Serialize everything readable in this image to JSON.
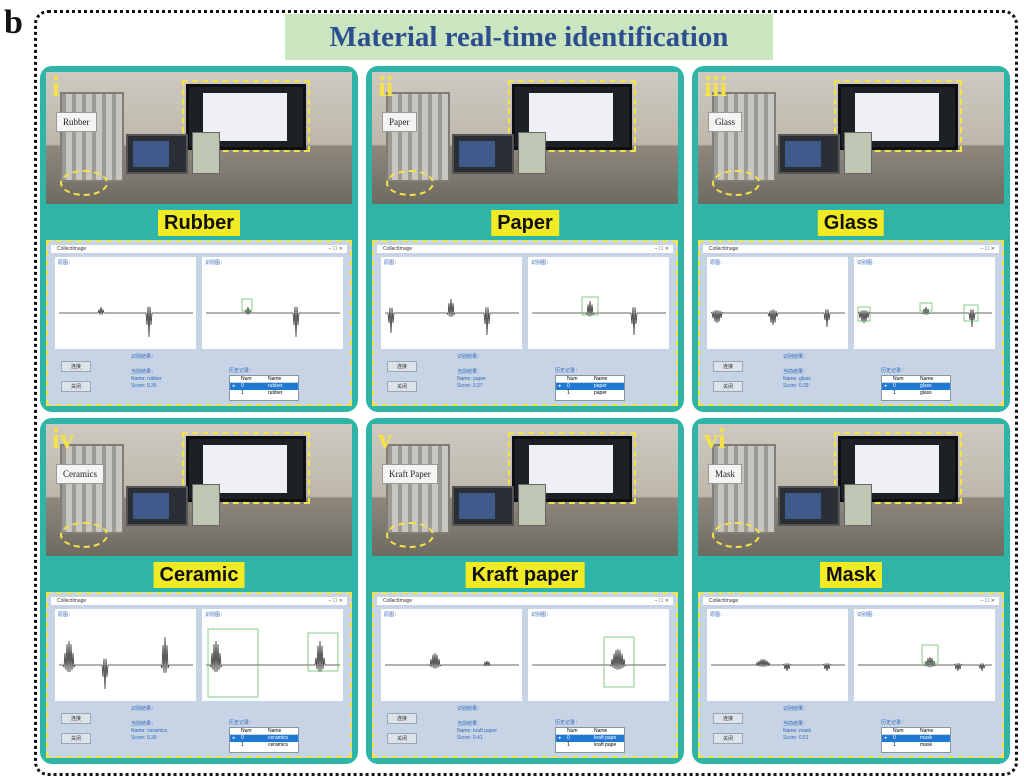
{
  "figure_label": "b",
  "title": "Material real-time identification",
  "colors": {
    "panel": "#2fb5a7",
    "highlight": "#f2ea24",
    "title_bg": "#c9e6c0",
    "title_text": "#2e4d8f",
    "signal": "#333333",
    "detection_box": "#6cbf6c"
  },
  "panels": [
    {
      "roman": "i",
      "tag": "Rubber",
      "material": "Rubber",
      "result_name": "Name: rubber",
      "result_score": "Score: 0.35",
      "history": {
        "head": [
          "Num",
          "Name"
        ],
        "rows": [
          [
            "0",
            "rubber"
          ],
          [
            "1",
            "rubber"
          ]
        ]
      }
    },
    {
      "roman": "ii",
      "tag": "Paper",
      "material": "Paper",
      "result_name": "Name: paper",
      "result_score": "Score: 0.37",
      "history": {
        "head": [
          "Num",
          "Name"
        ],
        "rows": [
          [
            "0",
            "paper"
          ],
          [
            "1",
            "paper"
          ]
        ]
      }
    },
    {
      "roman": "iii",
      "tag": "Glass",
      "material": "Glass",
      "result_name": "Name: glass",
      "result_score": "Score: 0.39",
      "history": {
        "head": [
          "Num",
          "Name"
        ],
        "rows": [
          [
            "0",
            "glass"
          ],
          [
            "1",
            "glass"
          ]
        ]
      }
    },
    {
      "roman": "iv",
      "tag": "Ceramics",
      "material": "Ceramic",
      "result_name": "Name: ceramics",
      "result_score": "Score: 0.39",
      "history": {
        "head": [
          "Num",
          "Name"
        ],
        "rows": [
          [
            "0",
            "ceramics"
          ],
          [
            "1",
            "ceramics"
          ]
        ]
      }
    },
    {
      "roman": "v",
      "tag": "Kraft Paper",
      "material": "Kraft paper",
      "result_name": "Name: kraft paper",
      "result_score": "Score: 0.41",
      "history": {
        "head": [
          "Num",
          "Name"
        ],
        "rows": [
          [
            "0",
            "kraft pape"
          ],
          [
            "1",
            "kraft pape"
          ]
        ]
      }
    },
    {
      "roman": "vi",
      "tag": "Mask",
      "material": "Mask",
      "result_name": "Name: mask",
      "result_score": "Score: 0.51",
      "history": {
        "head": [
          "Num",
          "Name"
        ],
        "rows": [
          [
            "0",
            "mask"
          ],
          [
            "1",
            "mask"
          ]
        ]
      }
    }
  ],
  "software": {
    "window_title": "CollectImage",
    "raw_plot_header": "原图：",
    "detect_plot_header": "识别图：",
    "result_caption": "识别结果：",
    "result_label": "当前结果：",
    "history_caption": "历史记录：",
    "start_button": "连接",
    "stop_button": "关闭"
  }
}
